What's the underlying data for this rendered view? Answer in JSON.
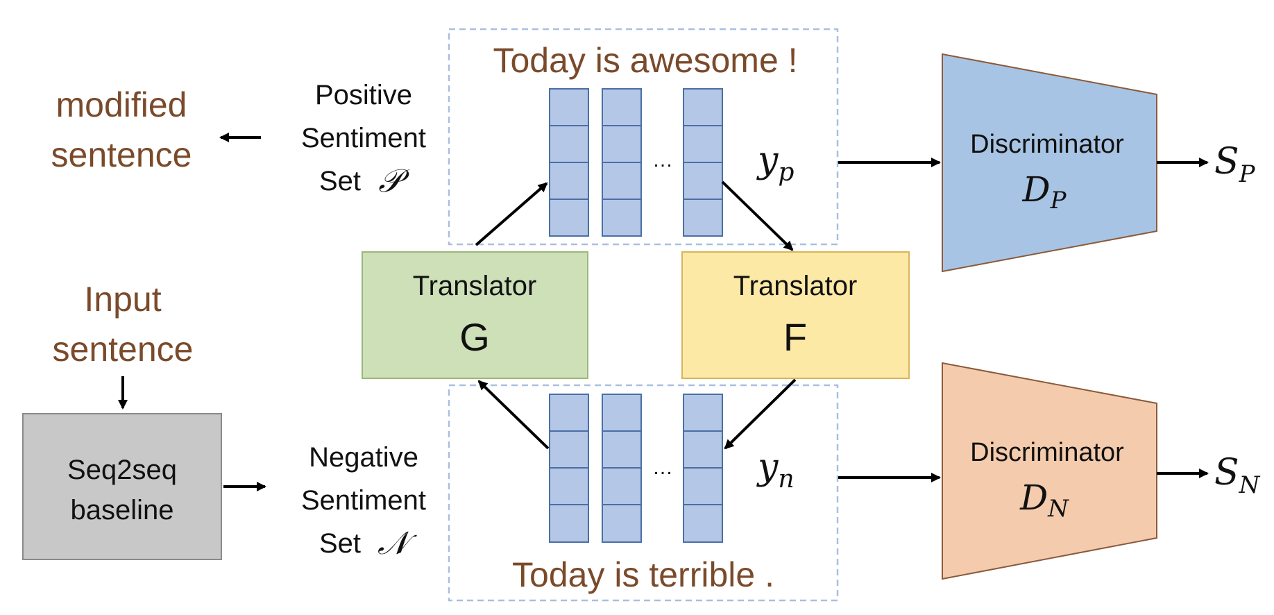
{
  "left": {
    "modified_line1": "modified",
    "modified_line2": "sentence",
    "input_line1": "Input",
    "input_line2": "sentence",
    "seq2seq_line1": "Seq2seq",
    "seq2seq_line2": "baseline"
  },
  "positive_set": {
    "line1": "Positive",
    "line2": "Sentiment",
    "line3": "Set",
    "symbol": "𝒫",
    "example": "Today is awesome !",
    "vector_label": "y",
    "vector_sub": "p",
    "ellipsis": "…"
  },
  "negative_set": {
    "line1": "Negative",
    "line2": "Sentiment",
    "line3": "Set",
    "symbol": "𝒩",
    "example": "Today is terrible .",
    "vector_label": "y",
    "vector_sub": "n",
    "ellipsis": "…"
  },
  "translator_g": {
    "label": "Translator",
    "letter": "G"
  },
  "translator_f": {
    "label": "Translator",
    "letter": "F"
  },
  "discriminator_p": {
    "label": "Discriminator",
    "sym": "D",
    "sub": "P",
    "out_sym": "S",
    "out_sub": "P"
  },
  "discriminator_n": {
    "label": "Discriminator",
    "sym": "D",
    "sub": "N",
    "out_sym": "S",
    "out_sub": "N"
  },
  "colors": {
    "brown_text": "#7a4a2a",
    "vector_fill": "#b4c7e7",
    "vector_stroke": "#4a6fa5",
    "translator_g_fill": "#cde0b8",
    "translator_f_fill": "#fde9a6",
    "discriminator_p_fill": "#a8c4e4",
    "discriminator_n_fill": "#f4cbad",
    "seq2seq_fill": "#c8c8c8",
    "dashed_border": "#a9bfe0"
  }
}
